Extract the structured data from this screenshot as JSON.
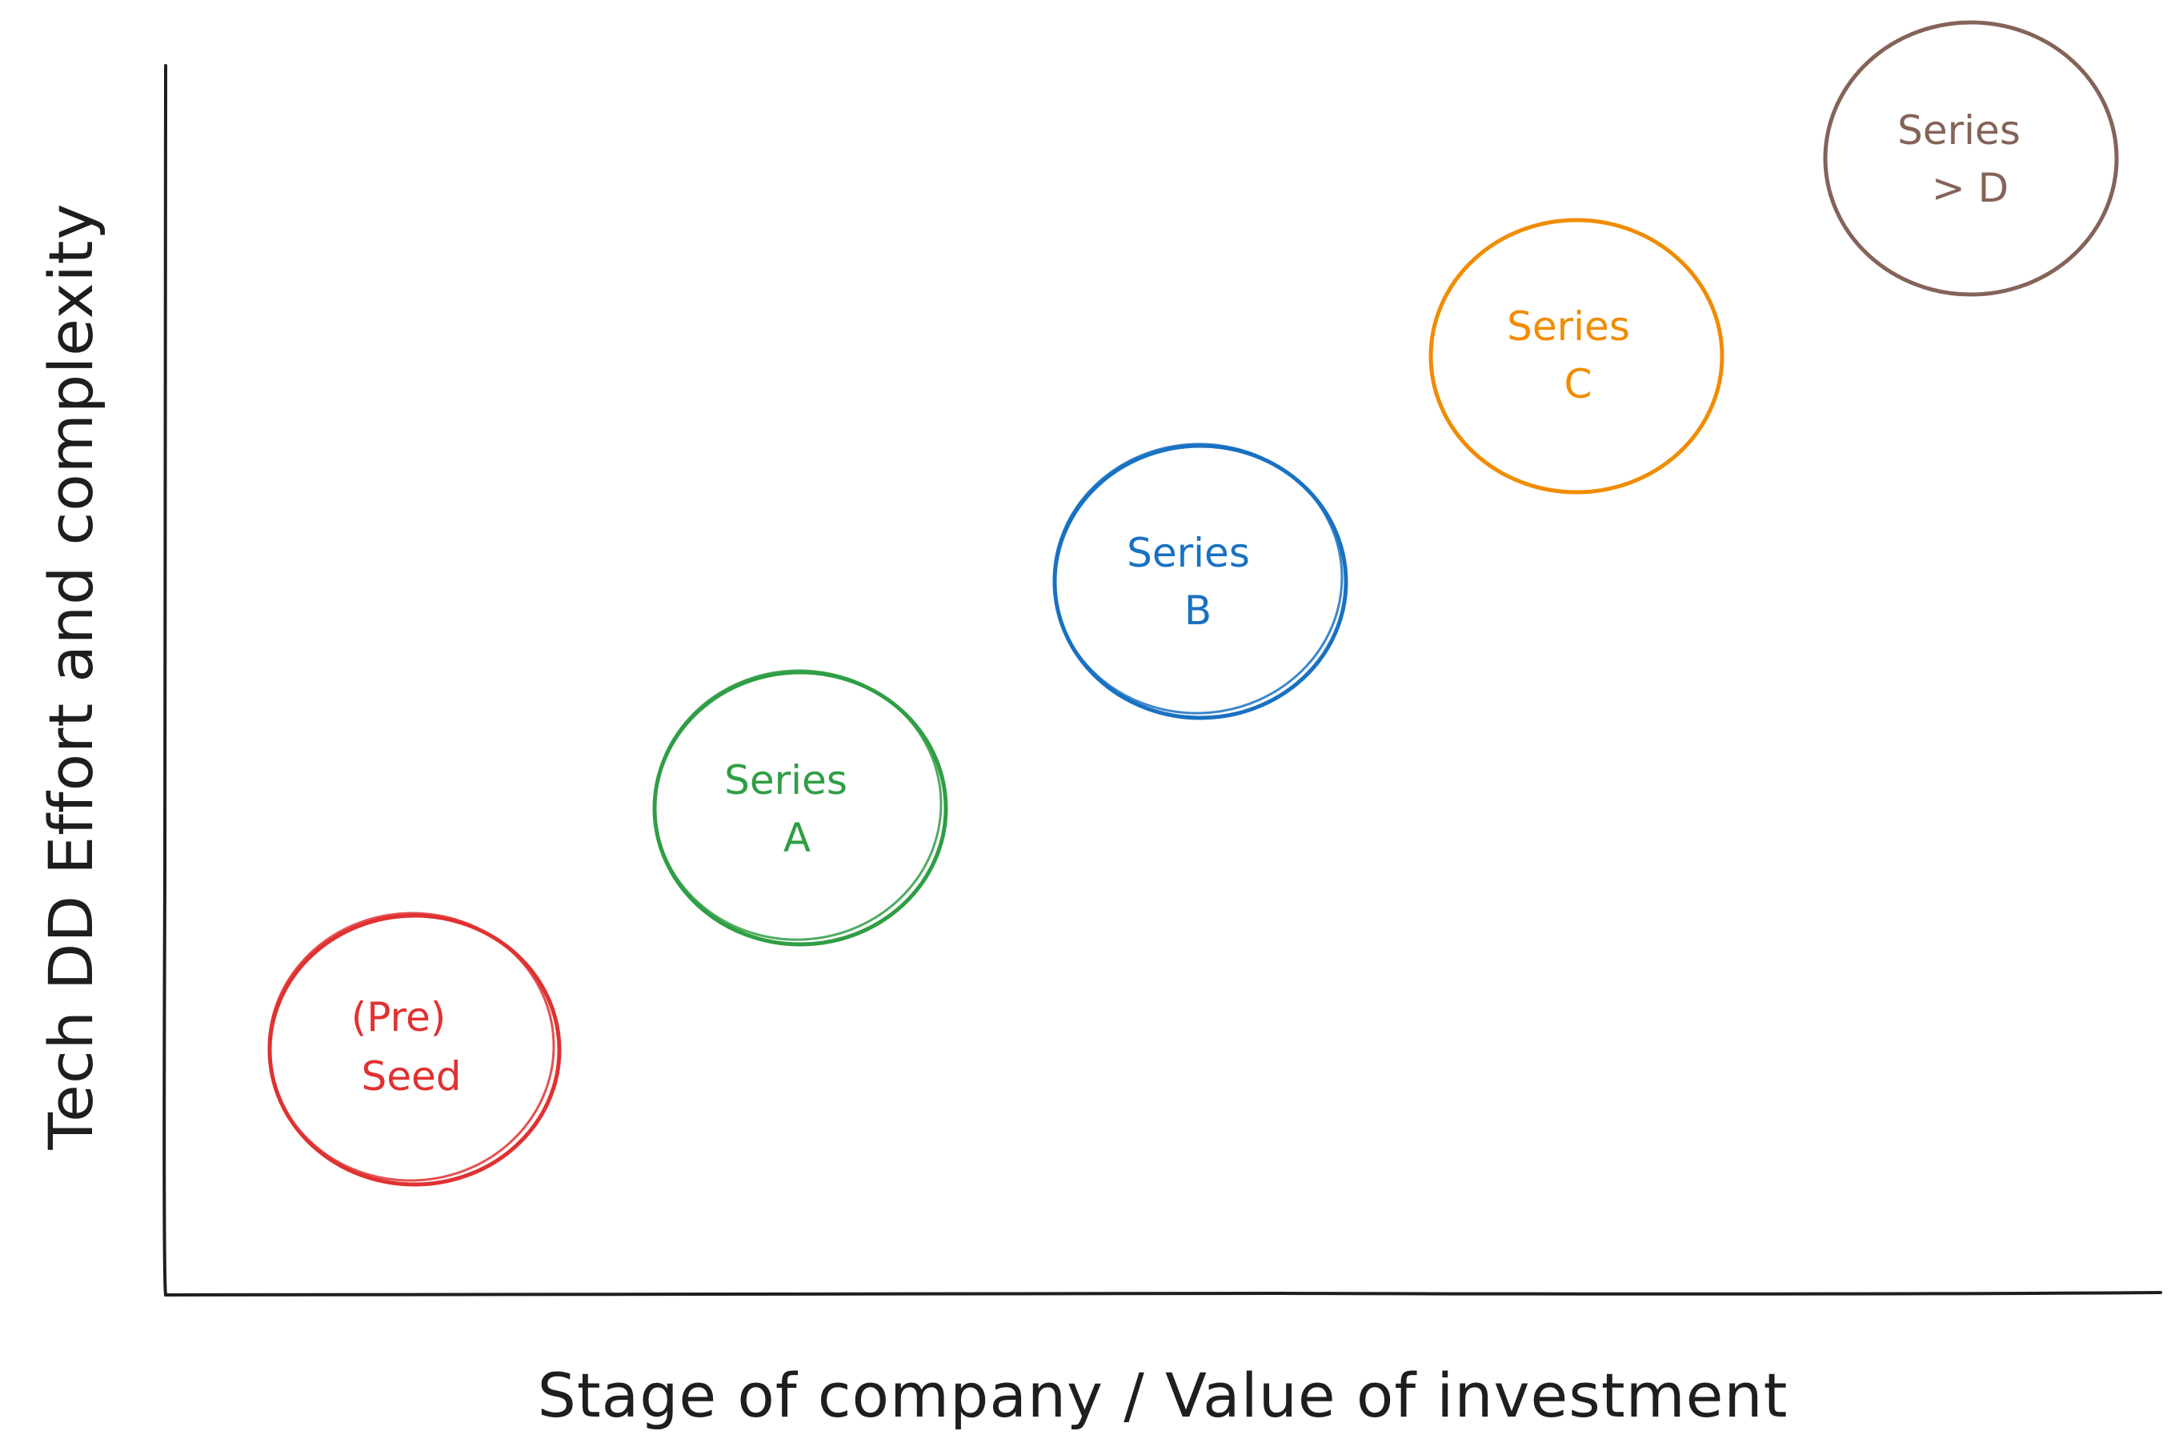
{
  "axes": {
    "x_label": "Stage of company / Value of investment",
    "y_label": "Tech DD Effort and complexity"
  },
  "stages": [
    {
      "line1": "(Pre)",
      "line2": "Seed",
      "color": "#e03131"
    },
    {
      "line1": "Series",
      "line2": "A",
      "color": "#2f9e44"
    },
    {
      "line1": "Series",
      "line2": "B",
      "color": "#1971c2"
    },
    {
      "line1": "Series",
      "line2": "C",
      "color": "#f08c00"
    },
    {
      "line1": "Series",
      "line2": "> D",
      "color": "#846358"
    }
  ]
}
